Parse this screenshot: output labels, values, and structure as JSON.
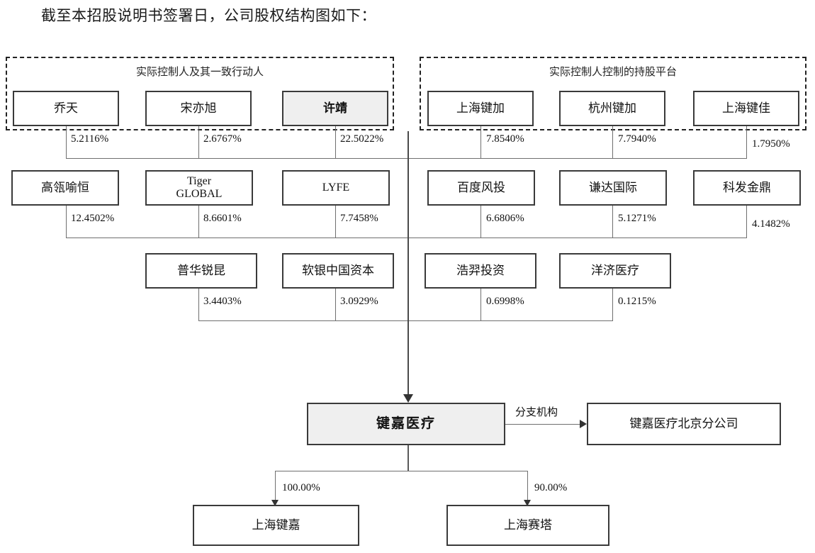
{
  "page": {
    "title": "截至本招股说明书签署日，公司股权结构图如下："
  },
  "groups": [
    {
      "id": "actual-controller",
      "label": "实际控制人及其一致行动人"
    },
    {
      "id": "holding-platform",
      "label": "实际控制人控制的持股平台"
    }
  ],
  "chart_data": {
    "type": "diagram",
    "title": "截至本招股说明书签署日，公司股权结构图如下：",
    "center_entity": "键嘉医疗",
    "shareholders": [
      {
        "name": "乔天",
        "percent": "5.2116%",
        "group": "实际控制人及其一致行动人",
        "row": 1,
        "shaded": false
      },
      {
        "name": "宋亦旭",
        "percent": "2.6767%",
        "group": "实际控制人及其一致行动人",
        "row": 1,
        "shaded": false
      },
      {
        "name": "许靖",
        "percent": "22.5022%",
        "group": "实际控制人及其一致行动人",
        "row": 1,
        "shaded": true
      },
      {
        "name": "上海键加",
        "percent": "7.8540%",
        "group": "实际控制人控制的持股平台",
        "row": 1,
        "shaded": false
      },
      {
        "name": "杭州键加",
        "percent": "7.7940%",
        "group": "实际控制人控制的持股平台",
        "row": 1,
        "shaded": false
      },
      {
        "name": "上海键佳",
        "percent": "1.7950%",
        "group": "实际控制人控制的持股平台",
        "row": 1,
        "shaded": false
      },
      {
        "name": "高瓴喻恒",
        "percent": "12.4502%",
        "group": "",
        "row": 2,
        "shaded": false
      },
      {
        "name": "Tiger\nGLOBAL",
        "percent": "8.6601%",
        "group": "",
        "row": 2,
        "shaded": false
      },
      {
        "name": "LYFE",
        "percent": "7.7458%",
        "group": "",
        "row": 2,
        "shaded": false
      },
      {
        "name": "百度风投",
        "percent": "6.6806%",
        "group": "",
        "row": 2,
        "shaded": false
      },
      {
        "name": "谦达国际",
        "percent": "5.1271%",
        "group": "",
        "row": 2,
        "shaded": false
      },
      {
        "name": "科发金鼎",
        "percent": "4.1482%",
        "group": "",
        "row": 2,
        "shaded": false
      },
      {
        "name": "普华锐昆",
        "percent": "3.4403%",
        "group": "",
        "row": 3,
        "shaded": false
      },
      {
        "name": "软银中国资本",
        "percent": "3.0929%",
        "group": "",
        "row": 3,
        "shaded": false
      },
      {
        "name": "浩羿投资",
        "percent": "0.6998%",
        "group": "",
        "row": 3,
        "shaded": false
      },
      {
        "name": "洋济医疗",
        "percent": "0.1215%",
        "group": "",
        "row": 3,
        "shaded": false
      }
    ],
    "branch": {
      "label": "分支机构",
      "name": "键嘉医疗北京分公司"
    },
    "subsidiaries": [
      {
        "name": "上海键嘉",
        "percent": "100.00%"
      },
      {
        "name": "上海赛塔",
        "percent": "90.00%"
      }
    ]
  },
  "nodes": {
    "row1": [
      {
        "name": "乔天",
        "pct": "5.2116%"
      },
      {
        "name": "宋亦旭",
        "pct": "2.6767%"
      },
      {
        "name": "许靖",
        "pct": "22.5022%"
      },
      {
        "name": "上海键加",
        "pct": "7.8540%"
      },
      {
        "name": "杭州键加",
        "pct": "7.7940%"
      },
      {
        "name": "上海键佳",
        "pct": "1.7950%"
      }
    ],
    "row2": [
      {
        "name": "高瓴喻恒",
        "pct": "12.4502%"
      },
      {
        "name": "Tiger\nGLOBAL",
        "pct": "8.6601%"
      },
      {
        "name": "LYFE",
        "pct": "7.7458%"
      },
      {
        "name": "百度风投",
        "pct": "6.6806%"
      },
      {
        "name": "谦达国际",
        "pct": "5.1271%"
      },
      {
        "name": "科发金鼎",
        "pct": "4.1482%"
      }
    ],
    "row3": [
      {
        "name": "普华锐昆",
        "pct": "3.4403%"
      },
      {
        "name": "软银中国资本",
        "pct": "3.0929%"
      },
      {
        "name": "浩羿投资",
        "pct": "0.6998%"
      },
      {
        "name": "洋济医疗",
        "pct": "0.1215%"
      }
    ],
    "main": {
      "name": "键嘉医疗"
    },
    "branch": {
      "label": "分支机构",
      "name": "键嘉医疗北京分公司"
    },
    "subs": [
      {
        "name": "上海键嘉",
        "pct": "100.00%"
      },
      {
        "name": "上海赛塔",
        "pct": "90.00%"
      }
    ]
  },
  "colors": {
    "shaded_fill": "#efefef",
    "border": "#3a3a3a",
    "connector": "#6f6f6f"
  }
}
